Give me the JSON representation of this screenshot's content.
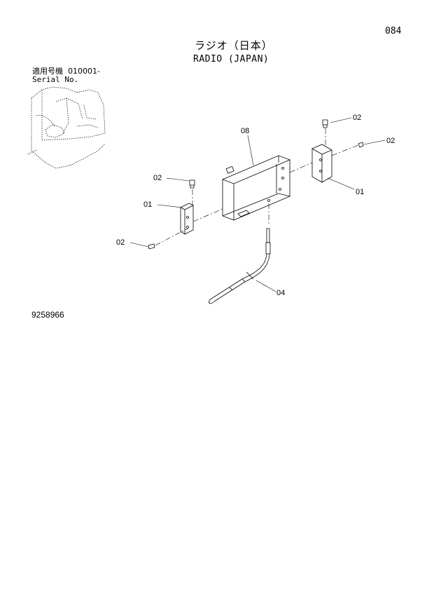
{
  "page": {
    "page_number": "084",
    "title_jp": "ラジオ（日本）",
    "title_en": "RADIO (JAPAN)",
    "serial_label_jp": "適用号機",
    "serial_value": "010001-",
    "serial_label_en": "Serial No.",
    "drawing_number": "9258966"
  },
  "callouts": {
    "c01_left": "01",
    "c01_right": "01",
    "c02_top_left": "02",
    "c02_bottom_left": "02",
    "c02_top_right": "02",
    "c02_right": "02",
    "c04": "04",
    "c08": "08"
  }
}
